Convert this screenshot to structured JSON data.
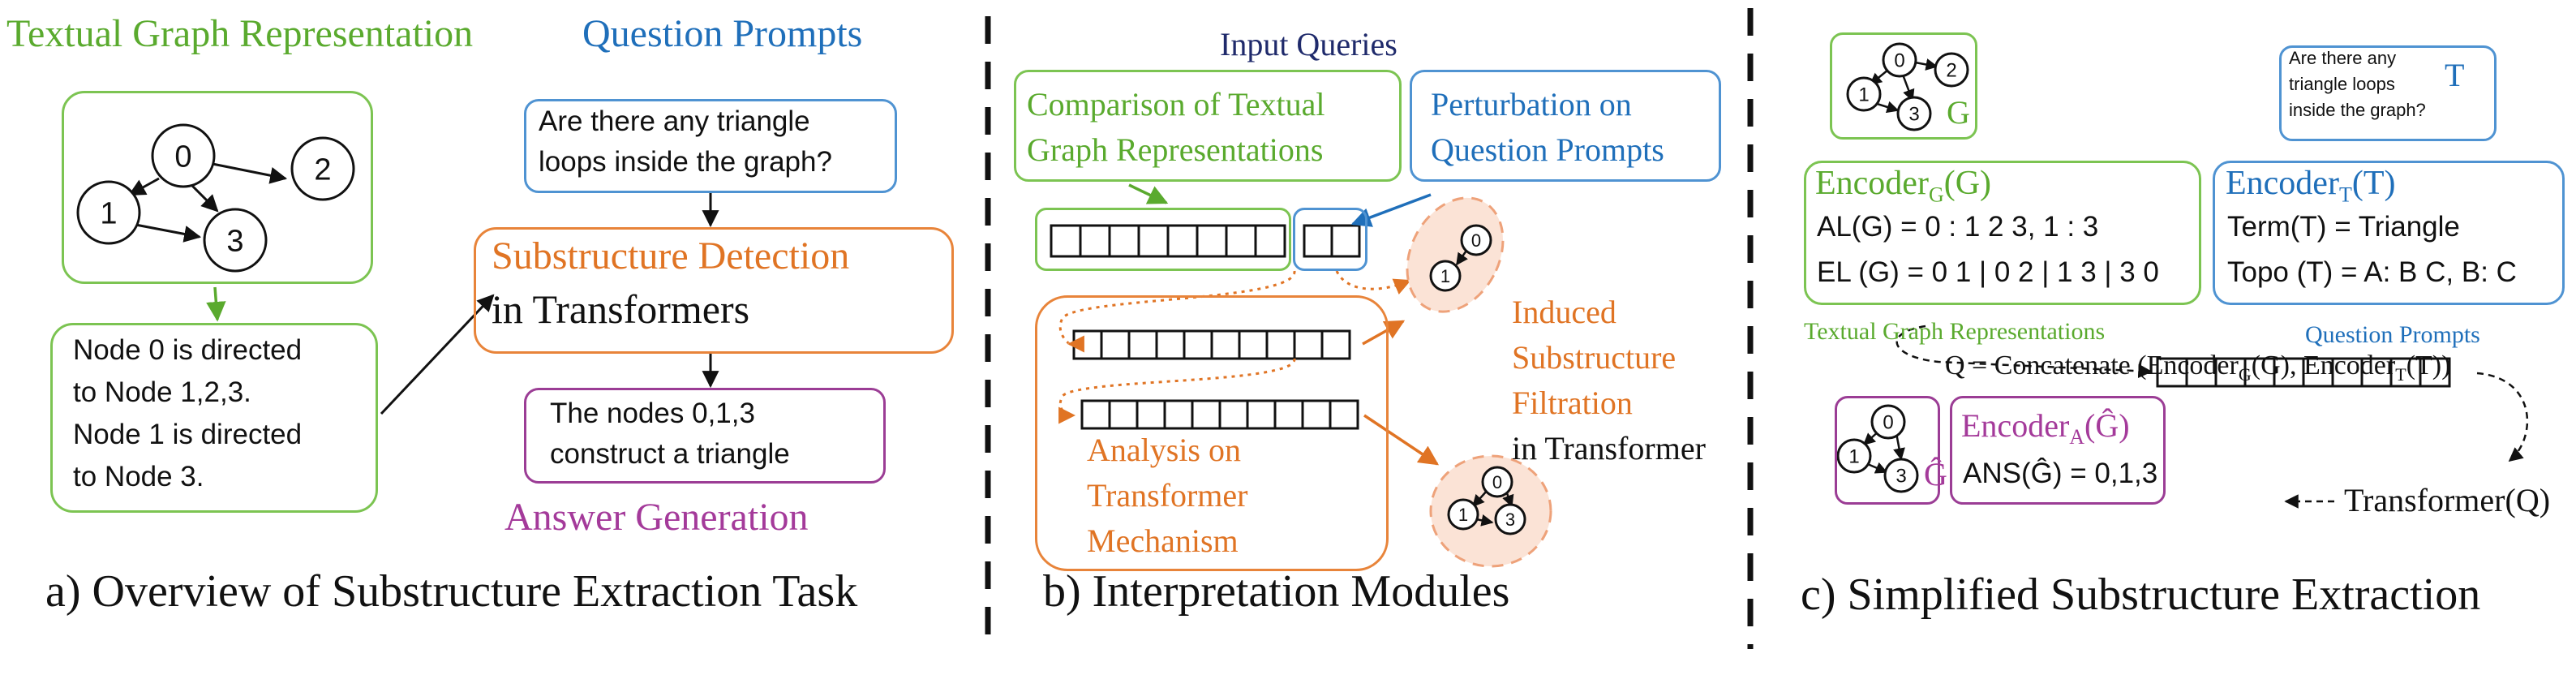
{
  "colors": {
    "green": "#7cc452",
    "green_text": "#5aaa2e",
    "blue": "#4f93d2",
    "blue_text": "#1f6fba",
    "orange": "#e8843a",
    "orange_text": "#e07424",
    "purple": "#9b3d95",
    "purple_text": "#a43a9a",
    "navy": "#1f2a6b",
    "black": "#111111",
    "peach": "#fbe3d6"
  },
  "panel_a": {
    "heading_green": "Textual Graph Representation",
    "heading_blue": "Question Prompts",
    "graph_nodes": [
      "0",
      "1",
      "2",
      "3"
    ],
    "node_text": [
      "Node 0 is directed",
      "to Node 1,2,3.",
      "Node 1 is directed",
      "to Node 3."
    ],
    "question": [
      "Are there any triangle",
      "loops inside the graph?"
    ],
    "detection_line1": "Substructure Detection",
    "detection_line2": "in Transformers",
    "answer": [
      "The nodes 0,1,3",
      "construct a triangle"
    ],
    "answer_label": "Answer Generation",
    "caption": "a) Overview of Substructure Extraction Task"
  },
  "panel_b": {
    "input_queries": "Input Queries",
    "comparison": [
      "Comparison of Textual",
      "Graph Representations"
    ],
    "perturbation": [
      "Perturbation on",
      "Question Prompts"
    ],
    "analysis": [
      "Analysis on",
      "Transformer",
      "Mechanism"
    ],
    "induced": [
      "Induced",
      "Substructure",
      "Filtration"
    ],
    "in_transformer": "in Transformer",
    "small_graph_nodes": [
      "0",
      "1"
    ],
    "tri_graph_nodes": [
      "0",
      "1",
      "3"
    ],
    "caption": "b) Interpretation Modules"
  },
  "panel_c": {
    "g_label": "G",
    "t_label": "T",
    "question": [
      "Are there any",
      "triangle loops",
      "inside the graph?"
    ],
    "encoder_g_main": "Encoder",
    "encoder_g_sub": "G",
    "encoder_g_arg": "(G)",
    "al_line": "AL(G) = 0 : 1 2 3, 1 : 3",
    "el_line": "EL (G) = 0 1 | 0 2 | 1 3 | 3 0",
    "encoder_t_main": "Encoder",
    "encoder_t_sub": "T",
    "encoder_t_arg": "(T)",
    "term_line": "Term(T) = Triangle",
    "topo_line": "Topo (T) = A: B C, B: C",
    "label_textual": "Textual Graph Representations",
    "label_prompts": "Question Prompts",
    "concat_pre": "Q = Concatenate (Encoder",
    "concat_sub_g": "G",
    "concat_mid": "(G), Encoder",
    "concat_sub_t": "T",
    "concat_post": "(T))",
    "g_hat": "Ĝ",
    "encoder_a_main": "Encoder",
    "encoder_a_sub": "A",
    "encoder_a_arg": "(Ĝ)",
    "ans_line": "ANS(Ĝ) = 0,1,3",
    "transformer_q": "Transformer(Q)",
    "graph_nodes": [
      "0",
      "1",
      "2",
      "3"
    ],
    "hat_nodes": [
      "0",
      "1",
      "3"
    ],
    "caption": "c) Simplified Substructure Extraction"
  }
}
